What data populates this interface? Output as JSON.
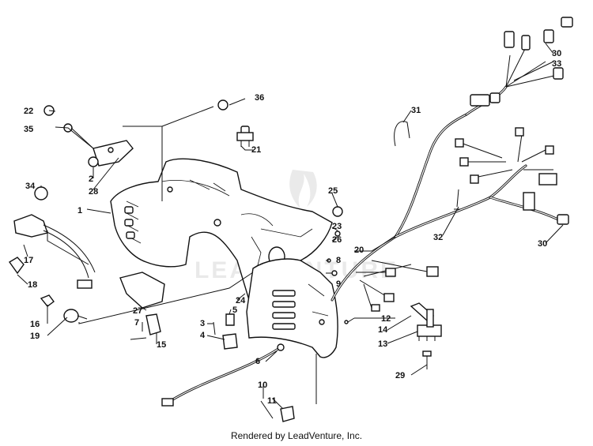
{
  "callouts": [
    {
      "id": "lbl-1",
      "text": "1"
    },
    {
      "id": "lbl-2",
      "text": "2"
    },
    {
      "id": "lbl-3",
      "text": "3"
    },
    {
      "id": "lbl-4",
      "text": "4"
    },
    {
      "id": "lbl-5",
      "text": "5"
    },
    {
      "id": "lbl-6",
      "text": "6"
    },
    {
      "id": "lbl-7",
      "text": "7"
    },
    {
      "id": "lbl-8",
      "text": "8"
    },
    {
      "id": "lbl-9",
      "text": "9"
    },
    {
      "id": "lbl-10",
      "text": "10"
    },
    {
      "id": "lbl-11",
      "text": "11"
    },
    {
      "id": "lbl-12",
      "text": "12"
    },
    {
      "id": "lbl-13",
      "text": "13"
    },
    {
      "id": "lbl-14",
      "text": "14"
    },
    {
      "id": "lbl-15",
      "text": "15"
    },
    {
      "id": "lbl-16",
      "text": "16"
    },
    {
      "id": "lbl-17",
      "text": "17"
    },
    {
      "id": "lbl-18",
      "text": "18"
    },
    {
      "id": "lbl-19",
      "text": "19"
    },
    {
      "id": "lbl-20",
      "text": "20"
    },
    {
      "id": "lbl-21",
      "text": "21"
    },
    {
      "id": "lbl-22",
      "text": "22"
    },
    {
      "id": "lbl-23",
      "text": "23"
    },
    {
      "id": "lbl-24",
      "text": "24"
    },
    {
      "id": "lbl-25",
      "text": "25"
    },
    {
      "id": "lbl-26",
      "text": "26"
    },
    {
      "id": "lbl-27",
      "text": "27"
    },
    {
      "id": "lbl-28",
      "text": "28"
    },
    {
      "id": "lbl-29",
      "text": "29"
    },
    {
      "id": "lbl-30a",
      "text": "30"
    },
    {
      "id": "lbl-30b",
      "text": "30"
    },
    {
      "id": "lbl-31",
      "text": "31"
    },
    {
      "id": "lbl-32",
      "text": "32"
    },
    {
      "id": "lbl-33",
      "text": "33"
    },
    {
      "id": "lbl-34",
      "text": "34"
    },
    {
      "id": "lbl-35",
      "text": "35"
    },
    {
      "id": "lbl-36",
      "text": "36"
    }
  ],
  "watermark": "LEADVENTURE",
  "credit": "Rendered by LeadVenture, Inc."
}
